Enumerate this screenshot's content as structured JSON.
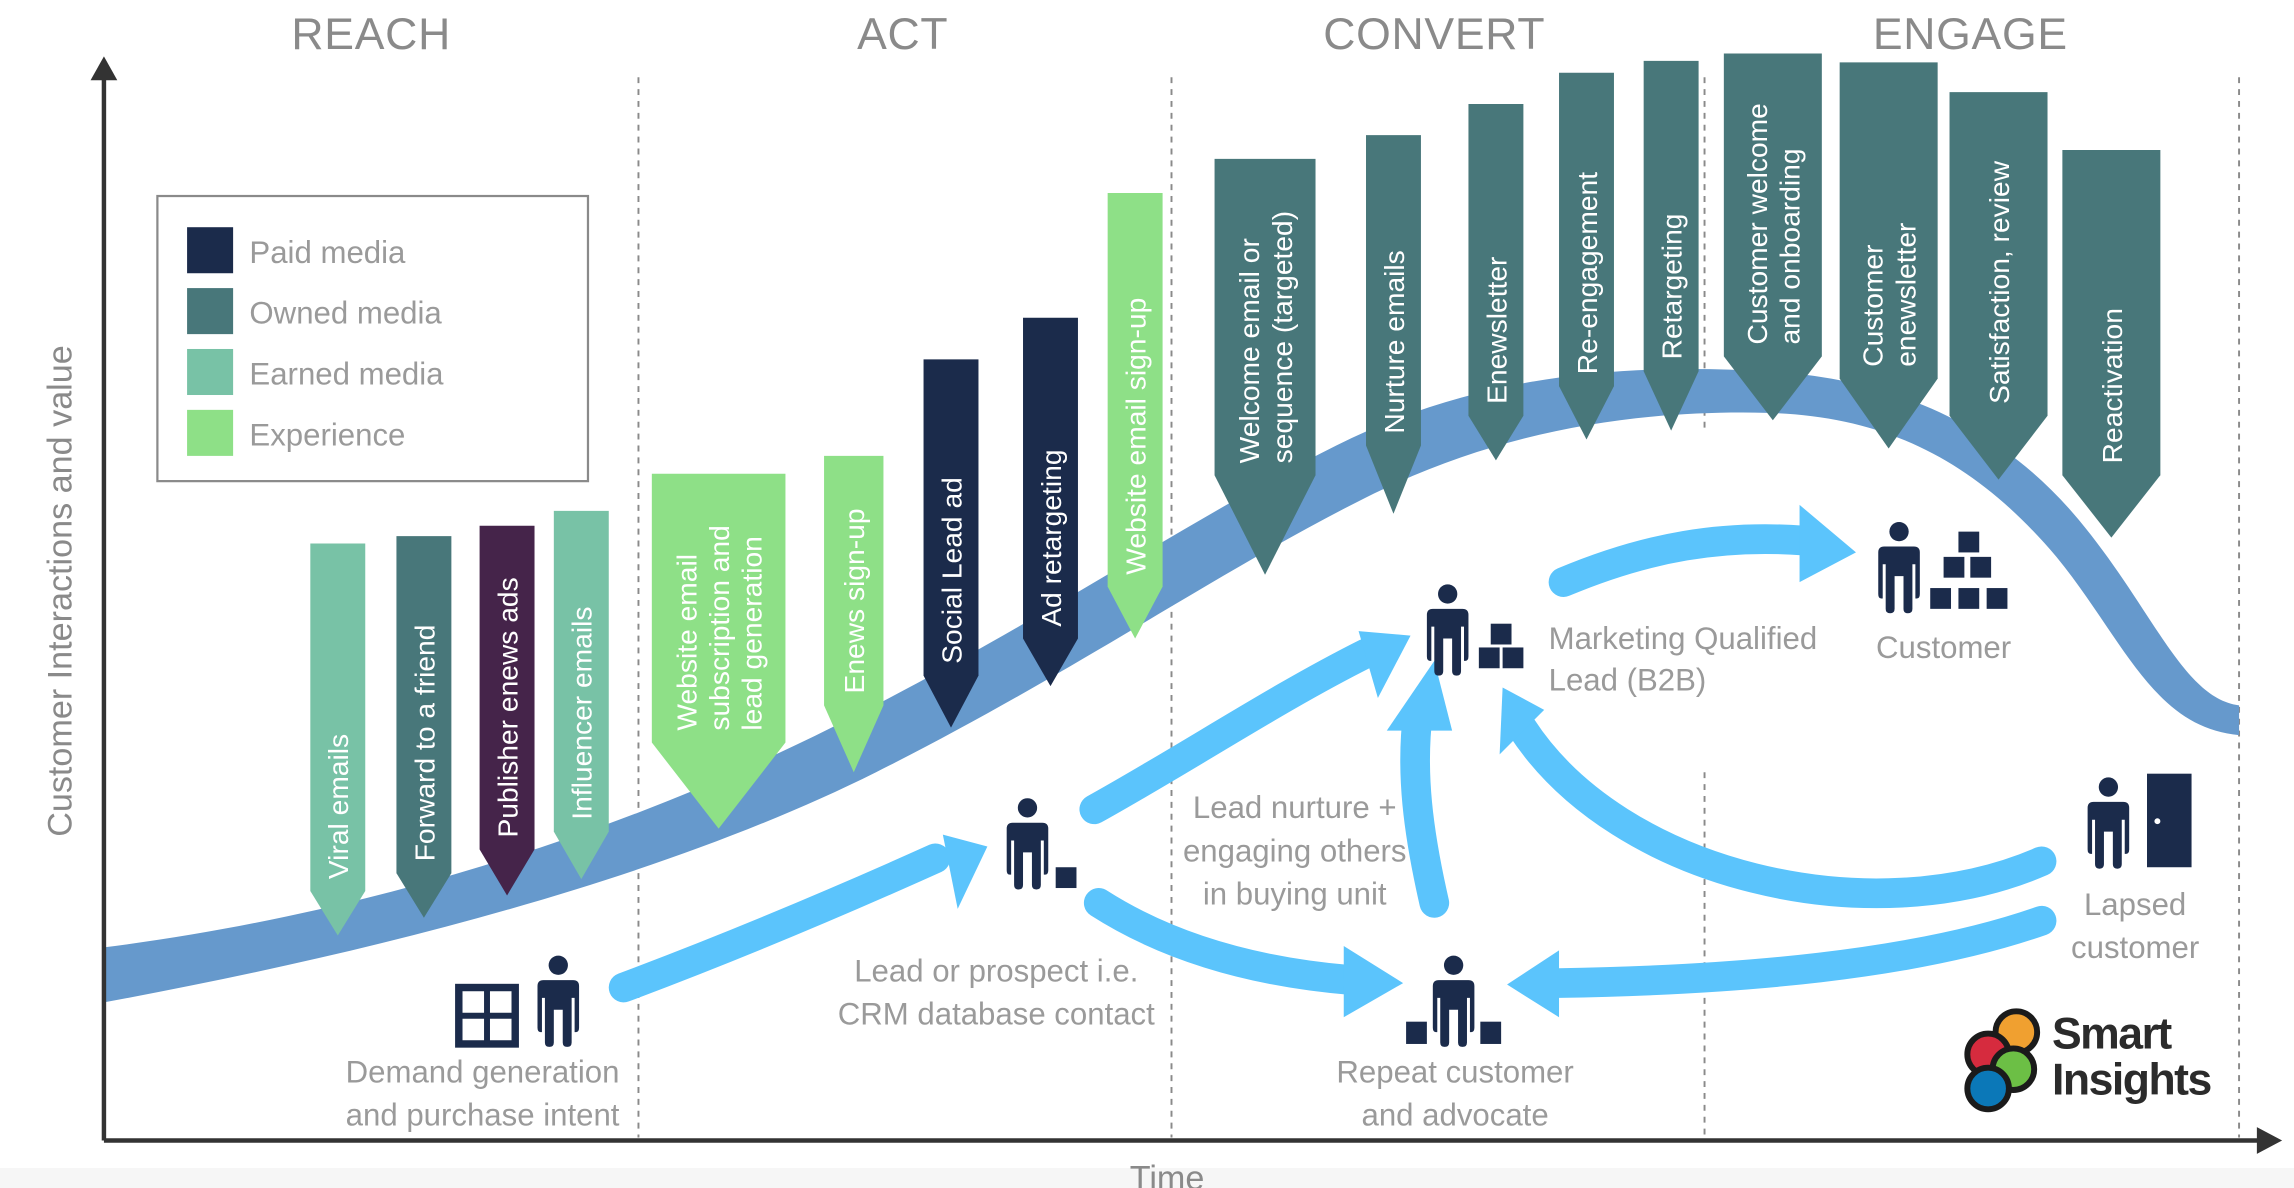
{
  "title": "RACE email marketing lifecycle",
  "phases": [
    {
      "label": "REACH"
    },
    {
      "label": "ACT"
    },
    {
      "label": "CONVERT"
    },
    {
      "label": "ENGAGE"
    }
  ],
  "axes": {
    "y_label": "Customer Interactions and value",
    "x_label": "Time"
  },
  "colors": {
    "paid": "#1b2b4b",
    "owned": "#48777a",
    "earned": "#78c2a6",
    "experience": "#8ee087",
    "publisher": "#45244a",
    "curve": "#6699cc",
    "arrow": "#5bc4fc",
    "icon": "#1b2b4b",
    "text_gray": "#9a9a9a"
  },
  "legend": [
    {
      "label": "Paid media",
      "category": "paid"
    },
    {
      "label": "Owned media",
      "category": "owned"
    },
    {
      "label": "Earned media",
      "category": "earned"
    },
    {
      "label": "Experience",
      "category": "experience"
    }
  ],
  "tactics": [
    {
      "lines": [
        "Viral emails"
      ],
      "category": "earned",
      "phase": "REACH"
    },
    {
      "lines": [
        "Forward to a friend"
      ],
      "category": "owned",
      "phase": "REACH"
    },
    {
      "lines": [
        "Publisher enews ads"
      ],
      "category": "publisher",
      "phase": "REACH"
    },
    {
      "lines": [
        "Influencer emails"
      ],
      "category": "earned",
      "phase": "REACH"
    },
    {
      "lines": [
        "Website email",
        "subscription and",
        "lead generation"
      ],
      "category": "experience",
      "phase": "ACT"
    },
    {
      "lines": [
        "Enews sign-up"
      ],
      "category": "experience",
      "phase": "ACT"
    },
    {
      "lines": [
        "Social  Lead ad"
      ],
      "category": "paid",
      "phase": "ACT"
    },
    {
      "lines": [
        "Ad retargeting"
      ],
      "category": "paid",
      "phase": "ACT"
    },
    {
      "lines": [
        "Website email sign-up"
      ],
      "category": "experience",
      "phase": "ACT"
    },
    {
      "lines": [
        "Welcome email or",
        "sequence (targeted)"
      ],
      "category": "owned",
      "phase": "CONVERT"
    },
    {
      "lines": [
        "Nurture emails"
      ],
      "category": "owned",
      "phase": "CONVERT"
    },
    {
      "lines": [
        "Enewsletter"
      ],
      "category": "owned",
      "phase": "CONVERT"
    },
    {
      "lines": [
        "Re-engagement"
      ],
      "category": "owned",
      "phase": "CONVERT"
    },
    {
      "lines": [
        "Retargeting"
      ],
      "category": "owned",
      "phase": "CONVERT"
    },
    {
      "lines": [
        "Customer welcome",
        "and onboarding"
      ],
      "category": "owned",
      "phase": "ENGAGE"
    },
    {
      "lines": [
        "Customer",
        "enewsletter"
      ],
      "category": "owned",
      "phase": "ENGAGE"
    },
    {
      "lines": [
        "Satisfaction, review"
      ],
      "category": "owned",
      "phase": "ENGAGE"
    },
    {
      "lines": [
        "Reactivation"
      ],
      "category": "owned",
      "phase": "ENGAGE"
    }
  ],
  "stages": {
    "demand": {
      "lines": [
        "Demand generation",
        "and purchase intent"
      ],
      "icon": "person-with-window-icon"
    },
    "lead": {
      "lines": [
        "Lead or prospect  i.e.",
        "CRM database contact"
      ],
      "icon": "person-with-one-box-icon"
    },
    "nurture": {
      "lines": [
        "Lead nurture  +",
        "engaging others",
        "in buying unit"
      ]
    },
    "mql": {
      "lines": [
        "Marketing Qualified",
        "Lead (B2B)"
      ],
      "icon": "person-with-three-boxes-icon"
    },
    "customer": {
      "lines": [
        "Customer"
      ],
      "icon": "person-with-six-boxes-icon"
    },
    "repeat": {
      "lines": [
        "Repeat customer",
        "and advocate"
      ],
      "icon": "person-on-boxes-icon"
    },
    "lapsed": {
      "lines": [
        "Lapsed",
        "customer"
      ],
      "icon": "person-with-door-icon"
    }
  },
  "logo": {
    "line1": "Smart",
    "line2": "Insights",
    "circle_colors": [
      "#f0a030",
      "#d62b3e",
      "#6cbf45",
      "#0b78b8"
    ]
  }
}
